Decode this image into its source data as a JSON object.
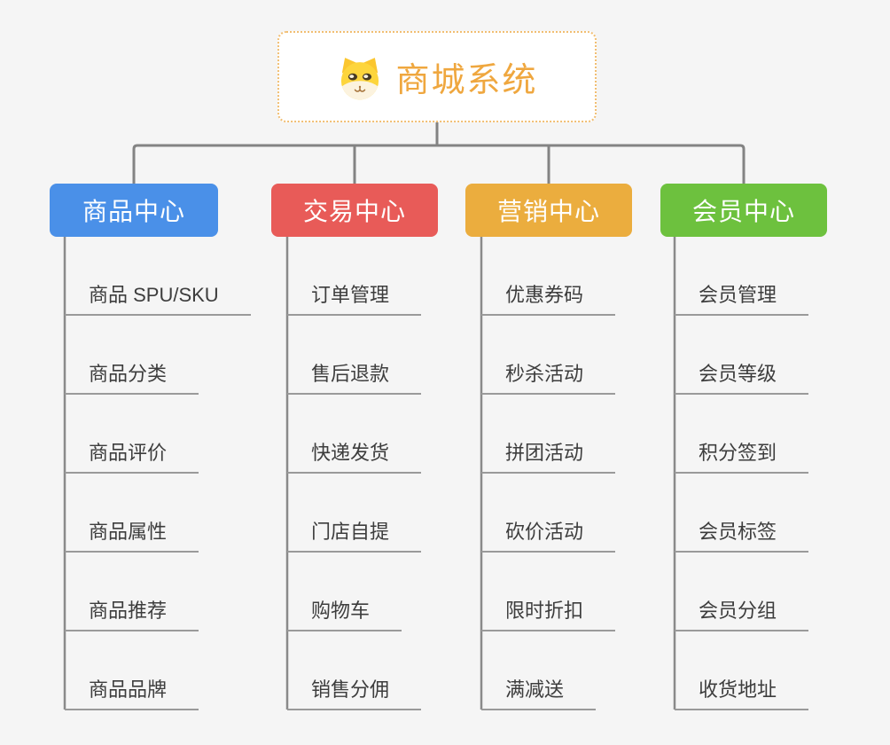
{
  "root": {
    "title": "商城系统",
    "icon": "dog-face-icon",
    "title_color": "#EFA73F",
    "border_color": "#F1BE72"
  },
  "branches": [
    {
      "label": "商品中心",
      "color": "#4A90E8",
      "items": [
        "商品 SPU/SKU",
        "商品分类",
        "商品评价",
        "商品属性",
        "商品推荐",
        "商品品牌"
      ]
    },
    {
      "label": "交易中心",
      "color": "#E85B58",
      "items": [
        "订单管理",
        "售后退款",
        "快递发货",
        "门店自提",
        "购物车",
        "销售分佣"
      ]
    },
    {
      "label": "营销中心",
      "color": "#EBAD3E",
      "items": [
        "优惠券码",
        "秒杀活动",
        "拼团活动",
        "砍价活动",
        "限时折扣",
        "满减送"
      ]
    },
    {
      "label": "会员中心",
      "color": "#6DC13E",
      "items": [
        "会员管理",
        "会员等级",
        "积分签到",
        "会员标签",
        "会员分组",
        "收货地址"
      ]
    }
  ],
  "colors": {
    "background": "#F5F5F5",
    "connector": "#838383",
    "spine": "#8A8A8A",
    "underline": "#9A9A9A",
    "leaf_text": "#3D3D3D",
    "branch_text": "#FFFFFF",
    "root_background": "#FFFFFF"
  }
}
